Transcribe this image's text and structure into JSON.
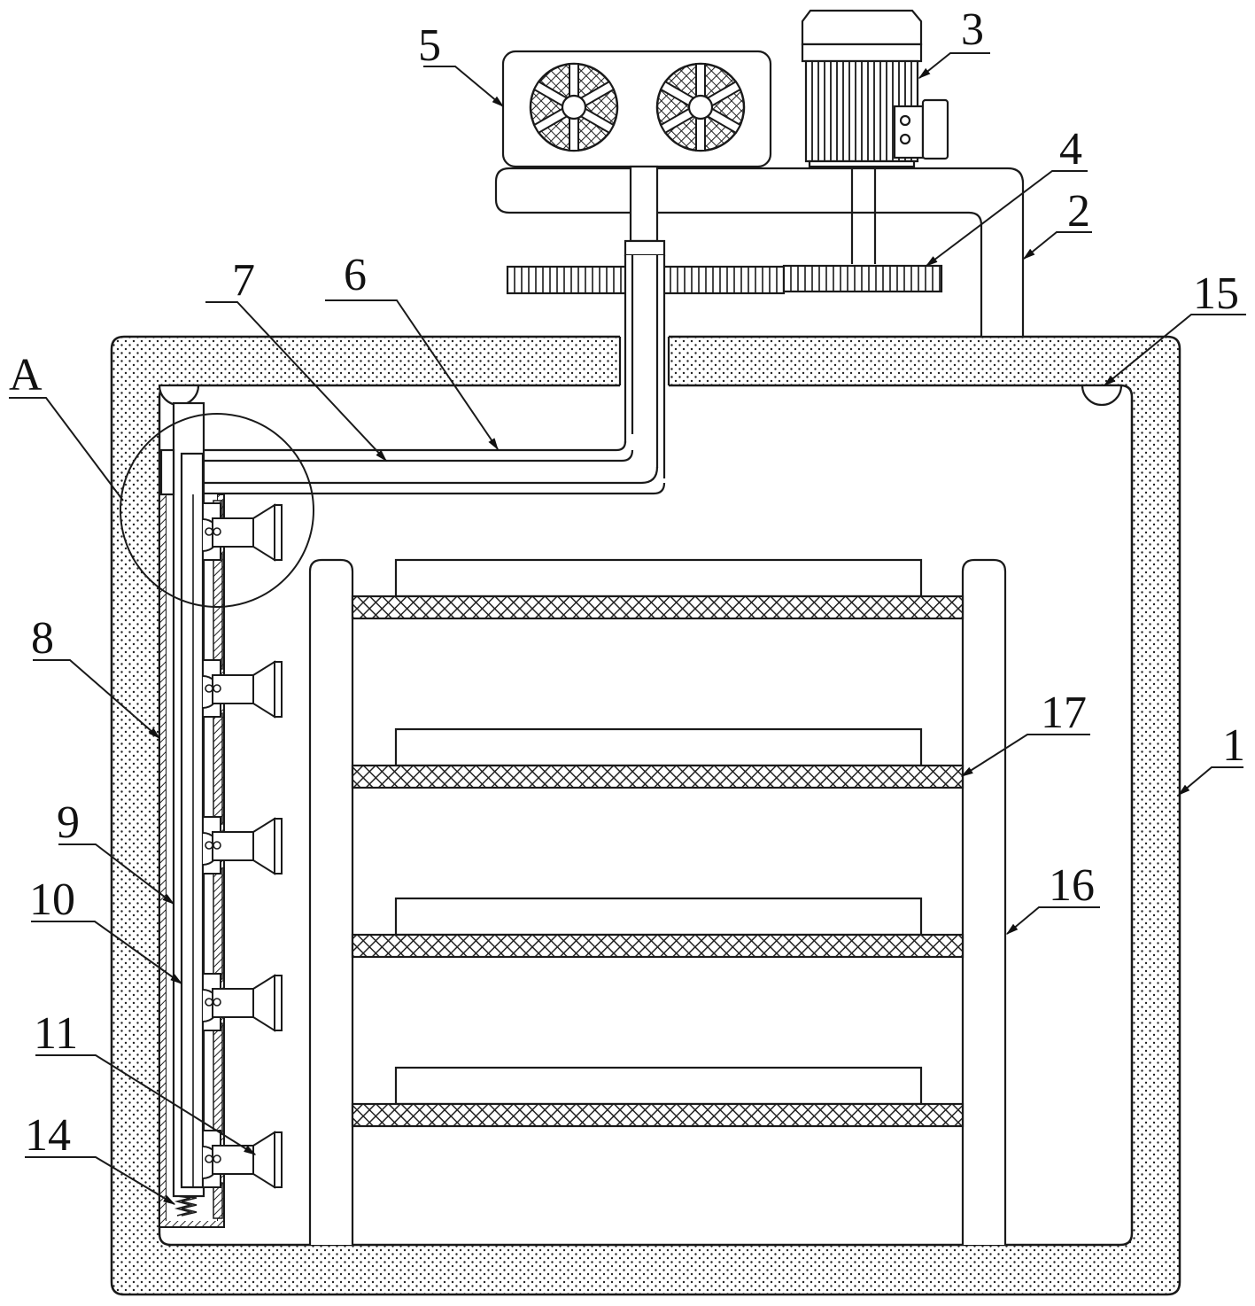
{
  "figure": {
    "title": "Drying cabinet with rotating spray assembly - front sectional view",
    "line_color": "#1a1a1a",
    "background": "#ffffff"
  },
  "labels": {
    "l1": "1",
    "l2": "2",
    "l3": "3",
    "l4": "4",
    "l5": "5",
    "l6": "6",
    "l7": "7",
    "l8": "8",
    "l9": "9",
    "l10": "10",
    "l11": "11",
    "l14": "14",
    "l15": "15",
    "l16": "16",
    "l17": "17",
    "lA": "A"
  },
  "components": {
    "cabinet_body": "1",
    "support_frame": "2",
    "motor": "3",
    "gear_set": "4",
    "fan_unit": "5",
    "inner_pipe": "6",
    "outer_pipe": "7",
    "guide_rail": "8",
    "slider": "9",
    "vertical_tube": "10",
    "spray_nozzle": "11",
    "spring": "14",
    "roller_groove": "15",
    "shelf_post": "16",
    "mesh_shelf": "17",
    "detail_view": "A"
  },
  "counts": {
    "nozzles": 5,
    "shelves": 4,
    "fans": 2
  }
}
